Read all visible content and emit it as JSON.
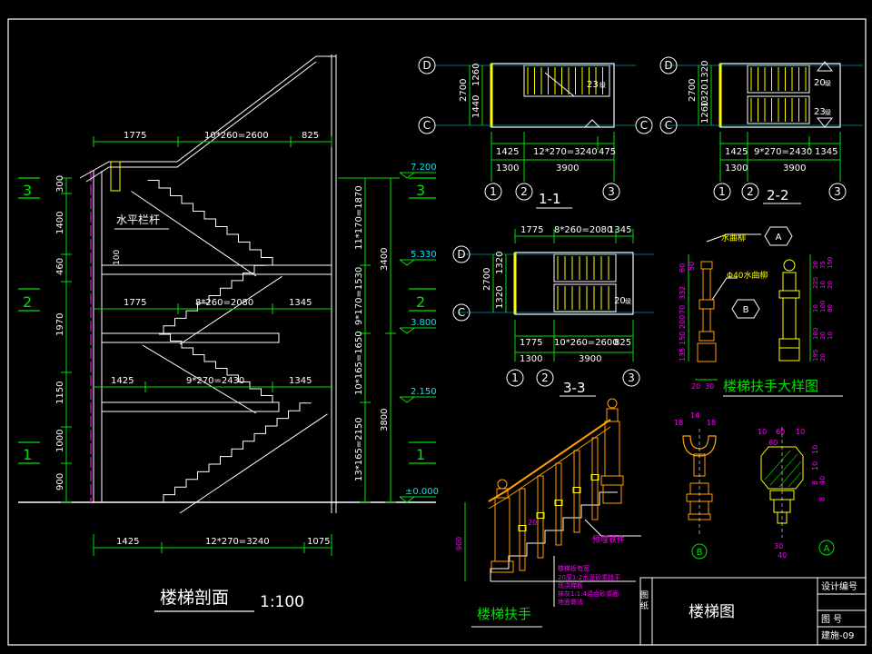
{
  "section": {
    "level_marks": [
      "3",
      "2",
      "1"
    ],
    "elevations": [
      "7.200",
      "5.330",
      "3.800",
      "2.150",
      "±0.000"
    ],
    "left_dims": [
      "300",
      "1400",
      "460",
      "1970",
      "1150",
      "1000",
      "900"
    ],
    "right_dims": [
      "11*170=1870",
      "9*170=1530",
      "10*165=1650",
      "13*165=2150"
    ],
    "right_totals": [
      "3400",
      "3800"
    ],
    "top_dims": [
      "1775",
      "10*260=2600",
      "825"
    ],
    "row_dims_upper": [
      "1775",
      "8*260=2080",
      "1345"
    ],
    "row_dims_lower": [
      "1425",
      "9*270=2430",
      "1345"
    ],
    "bottom_dims": [
      "1425",
      "12*270=3240",
      "1075"
    ],
    "handrail_label": "水平栏杆",
    "rail_h": "100",
    "title": "楼梯剖面",
    "scale": "1:100"
  },
  "plans": {
    "axes_rows": [
      "D",
      "C"
    ],
    "axes_cols": [
      "1",
      "2",
      "3"
    ],
    "plan1": {
      "label": "1-1",
      "vdims": [
        "2700",
        "1260",
        "1440"
      ],
      "dims_top": [
        "1425",
        "12*270=3240",
        "475"
      ],
      "dims_bot": [
        "1300",
        "3900"
      ],
      "tag": "23",
      "unit": "级"
    },
    "plan2": {
      "label": "2-2",
      "vdims": [
        "2700",
        "1320",
        "1320",
        "1260"
      ],
      "dims_top": [
        "1425",
        "9*270=2430",
        "1345"
      ],
      "dims_bot": [
        "1300",
        "3900"
      ],
      "tag_a": "20",
      "tag_b": "23",
      "unit": "级"
    },
    "plan3": {
      "label": "3-3",
      "vdims": [
        "2700",
        "1320",
        "1320"
      ],
      "dims_top": [
        "1775",
        "8*260=2080",
        "1345"
      ],
      "dims_bot": [
        "1775",
        "10*260=2600",
        "825"
      ],
      "dims_bot2": [
        "1300",
        "3900"
      ],
      "tag": "20",
      "unit": "级"
    }
  },
  "details": {
    "title": "楼梯扶手大样图",
    "label_handrail": "水曲柳",
    "label_post": "Φ40水曲柳",
    "bubbles": [
      "A",
      "B"
    ],
    "left_dims": [
      "60",
      "332",
      "70",
      "200",
      "150",
      "135",
      "50"
    ],
    "right_dims": [
      "20",
      "75",
      "150",
      "225",
      "10",
      "20",
      "10",
      "100",
      "80",
      "180",
      "20",
      "10",
      "195",
      "20"
    ],
    "bottom_dims": [
      "20",
      "30"
    ],
    "section_a_dims": [
      "10",
      "60",
      "10",
      "60",
      "30",
      "40",
      "10",
      "10",
      "8",
      "40",
      "8"
    ],
    "section_b_dims": [
      "18",
      "14",
      "18"
    ],
    "sec_labels": [
      "B",
      "A"
    ]
  },
  "handrail_view": {
    "title": "楼梯扶手",
    "height_dim": "900",
    "leader_text": "预埋铁件",
    "post_dim": "20",
    "notes": [
      "楼梯板有宽",
      "20厚1:2水泥砂浆找平",
      "现浇梯板",
      "抹灰1:1:4混合砂浆面",
      "地面做法"
    ]
  },
  "title_block": {
    "col_left": "图 纸",
    "drawing_title": "楼梯图",
    "design_no_label": "设计编号",
    "drawing_no_label": "图 号",
    "drawing_no": "建施-09"
  },
  "colors": {
    "bg": "#000000",
    "frame": "#ffffff",
    "cyan": "#00e5ee",
    "green": "#00e000",
    "yellow": "#ffff00",
    "magenta": "#ff00ff",
    "red": "#ff3030",
    "orange": "#ffa000",
    "white": "#ffffff"
  }
}
